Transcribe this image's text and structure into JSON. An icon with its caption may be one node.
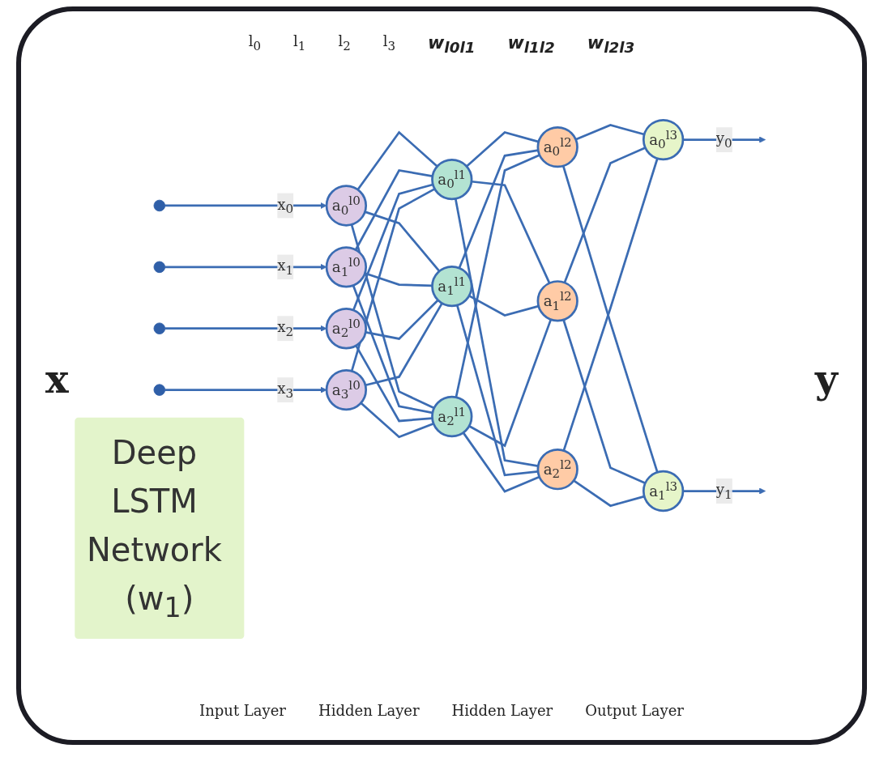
{
  "diagram": {
    "nodes": [
      {
        "text": [],
        "shape": "circle"
      },
      {
        "text": [],
        "shape": "circle"
      },
      {
        "text": [],
        "shape": "circle"
      },
      {
        "text": [],
        "shape": "circle"
      },
      {
        "text": [
          "a$_{0}$$^{l0}$"
        ]
      },
      {
        "text": [
          "a$_{1}$$^{l0}$"
        ]
      },
      {
        "text": [
          "a$_{2}$$^{l0}$"
        ]
      },
      {
        "text": [
          "a$_{3}$$^{l0}$"
        ]
      },
      {
        "text": [
          "a$_{0}$$^{l1}$"
        ]
      },
      {
        "text": [
          "a$_{1}$$^{l1}$"
        ]
      },
      {
        "text": [
          "a$_{2}$$^{l1}$"
        ]
      },
      {
        "text": [
          "a$_{0}$$^{l2}$"
        ]
      },
      {
        "text": [
          "a$_{1}$$^{l2}$"
        ]
      },
      {
        "text": [
          "a$_{2}$$^{l2}$"
        ]
      },
      {
        "text": [
          "a$_{0}$$^{l3}$"
        ]
      },
      {
        "text": [
          "a$_{1}$$^{l3}$"
        ]
      },
      {
        "text": [
          "Deep LSTM Network (w$_{1}$)"
        ]
      }
    ],
    "edges": [
      {
        "from": 0,
        "to": 4,
        "arrow": "to",
        "label": "x$_{0}$"
      },
      {
        "from": 1,
        "to": 5,
        "arrow": "to",
        "label": "x$_{1}$"
      },
      {
        "from": 2,
        "to": 6,
        "arrow": "to",
        "label": "x$_{2}$"
      },
      {
        "from": 3,
        "to": 7,
        "arrow": "to",
        "label": "x$_{3}$"
      },
      {
        "from": 4,
        "to": 8,
        "arrow": "none"
      },
      {
        "from": 4,
        "to": 9,
        "arrow": "none"
      },
      {
        "from": 4,
        "to": 10,
        "arrow": "none"
      },
      {
        "from": 5,
        "to": 8,
        "arrow": "none"
      },
      {
        "from": 5,
        "to": 9,
        "arrow": "none"
      },
      {
        "from": 5,
        "to": 10,
        "arrow": "none"
      },
      {
        "from": 6,
        "to": 8,
        "arrow": "none"
      },
      {
        "from": 6,
        "to": 9,
        "arrow": "none"
      },
      {
        "from": 6,
        "to": 10,
        "arrow": "none"
      },
      {
        "from": 7,
        "to": 8,
        "arrow": "none"
      },
      {
        "from": 7,
        "to": 9,
        "arrow": "none"
      },
      {
        "from": 7,
        "to": 10,
        "arrow": "none"
      },
      {
        "from": 8,
        "to": 11,
        "arrow": "none"
      },
      {
        "from": 8,
        "to": 12,
        "arrow": "none"
      },
      {
        "from": 8,
        "to": 13,
        "arrow": "none"
      },
      {
        "from": 9,
        "to": 11,
        "arrow": "none"
      },
      {
        "from": 9,
        "to": 12,
        "arrow": "none"
      },
      {
        "from": 9,
        "to": 13,
        "arrow": "none"
      },
      {
        "from": 10,
        "to": 11,
        "arrow": "none"
      },
      {
        "from": 10,
        "to": 12,
        "arrow": "none"
      },
      {
        "from": 10,
        "to": 13,
        "arrow": "none"
      },
      {
        "from": 11,
        "to": 14,
        "arrow": "none"
      },
      {
        "from": 11,
        "to": 15,
        "arrow": "none"
      },
      {
        "from": 12,
        "to": 14,
        "arrow": "none"
      },
      {
        "from": 12,
        "to": 15,
        "arrow": "none"
      },
      {
        "from": 13,
        "to": 14,
        "arrow": "none"
      },
      {
        "from": 13,
        "to": 15,
        "arrow": "none"
      },
      {
        "from": 14,
        "to": null,
        "arrow": "to",
        "label": "y$_{0}$"
      },
      {
        "from": 15,
        "to": null,
        "arrow": "to",
        "label": "y$_{1}$"
      }
    ],
    "labels": [
      "l$_{0}$",
      "l$_{1}$",
      "l$_{2}$",
      "l$_{3}$",
      "w$_{l0l1}$",
      "w$_{l1l2}$",
      "w$_{l2l3}$",
      "x",
      "y",
      "Input Layer",
      "Hidden Layer",
      "Hidden Layer",
      "Output Layer"
    ]
  }
}
